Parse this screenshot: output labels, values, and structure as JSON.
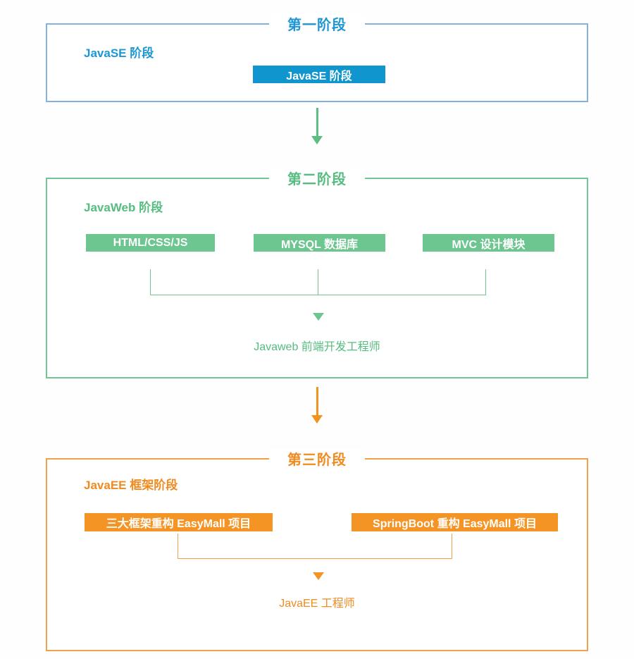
{
  "colors": {
    "stage1": {
      "border": "#82b2dd",
      "text": "#1d97d4",
      "chip_bg": "#1095ce"
    },
    "stage2": {
      "border": "#72c693",
      "text": "#55bd7f",
      "chip_bg": "#6dc58f"
    },
    "stage3": {
      "border": "#f2a149",
      "text": "#f18a1f",
      "chip_bg": "#f39424"
    },
    "arrow1": {
      "color": "#5bbf82"
    },
    "arrow2": {
      "color": "#f0931f"
    }
  },
  "stages": [
    {
      "title": "第一阶段",
      "label": "JavaSE 阶段",
      "buttons": [
        "JavaSE 阶段"
      ],
      "outcome": ""
    },
    {
      "title": "第二阶段",
      "label": "JavaWeb 阶段",
      "buttons": [
        "HTML/CSS/JS",
        "MYSQL 数据库",
        "MVC 设计模块"
      ],
      "outcome": "Javaweb 前端开发工程师"
    },
    {
      "title": "第三阶段",
      "label": "JavaEE 框架阶段",
      "buttons": [
        "三大框架重构 EasyMall 项目",
        "SpringBoot 重构 EasyMall 项目"
      ],
      "outcome": "JavaEE 工程师"
    }
  ]
}
